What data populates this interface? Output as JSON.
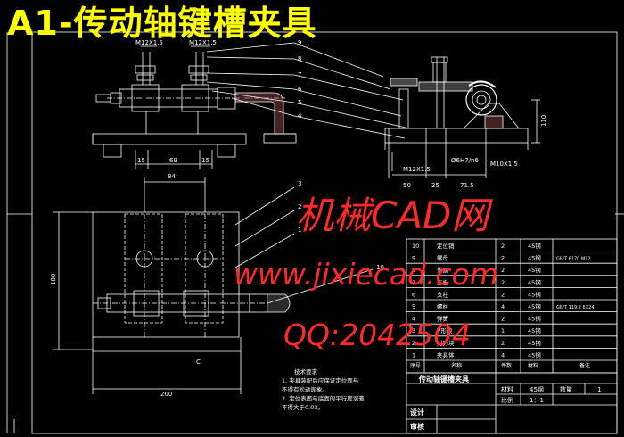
{
  "title": "A1-传动轴键槽夹具",
  "watermark": {
    "line1": "机械CAD网",
    "line2": "www.jixiecad.com",
    "line3": "QQ:2042504"
  },
  "dims_top_view": {
    "m12_left": "M12X1.5",
    "m12_right": "M12X1.5",
    "d15a": "15",
    "d69": "69",
    "d15b": "15"
  },
  "dims_side_view": {
    "m12": "M12X1.5",
    "fit": "Ø6H7/n6",
    "m10": "M10X1.5",
    "d50": "50",
    "d25": "25",
    "d71": "71.5",
    "h110": "110"
  },
  "dims_plan_view": {
    "d84": "84",
    "d180": "180",
    "d200": "200",
    "label_c": "C"
  },
  "leaders_top": [
    "9",
    "8",
    "7",
    "6",
    "5",
    "4"
  ],
  "leaders_plan": [
    "3",
    "2",
    "1"
  ],
  "callout_10": "10",
  "tech_notes": {
    "heading": "技术要求",
    "line1": "1. 夹具装配后应保证定位面与",
    "line2": "不得有松动现象。",
    "line3": "2. 定位表面与底面的平行度误差",
    "line4": "不得大于0.03。"
  },
  "parts_list": [
    {
      "no": "10",
      "name": "定位销",
      "qty": "2",
      "material": "45钢",
      "note": ""
    },
    {
      "no": "9",
      "name": "螺母",
      "qty": "2",
      "material": "45钢",
      "note": "GB/T 6170 M12"
    },
    {
      "no": "8",
      "name": "垫圈",
      "qty": "2",
      "material": "45钢",
      "note": ""
    },
    {
      "no": "7",
      "name": "压板",
      "qty": "2",
      "material": "45钢",
      "note": ""
    },
    {
      "no": "6",
      "name": "支柱",
      "qty": "2",
      "material": "45钢",
      "note": ""
    },
    {
      "no": "5",
      "name": "螺柱",
      "qty": "4",
      "material": "45钢",
      "note": "GB/T 119.2 6X24"
    },
    {
      "no": "4",
      "name": "弹簧",
      "qty": "2",
      "material": "45钢",
      "note": ""
    },
    {
      "no": "3",
      "name": "V形块",
      "qty": "1",
      "material": "45钢",
      "note": ""
    },
    {
      "no": "2",
      "name": "对刀块",
      "qty": "2",
      "material": "45钢",
      "note": ""
    },
    {
      "no": "1",
      "name": "夹具体",
      "qty": "4",
      "material": "45钢",
      "note": ""
    }
  ],
  "parts_header": {
    "no": "序号",
    "name": "名称",
    "qty": "件数",
    "material": "材料",
    "note": "备注"
  },
  "title_block": {
    "name": "传动轴键槽夹具",
    "material_label": "材料",
    "material_value": "45钢",
    "qty_label": "数量",
    "qty_value": "1",
    "scale_label": "比例",
    "scale_value": "1：1",
    "design_label": "设计",
    "check_label": "审核"
  }
}
